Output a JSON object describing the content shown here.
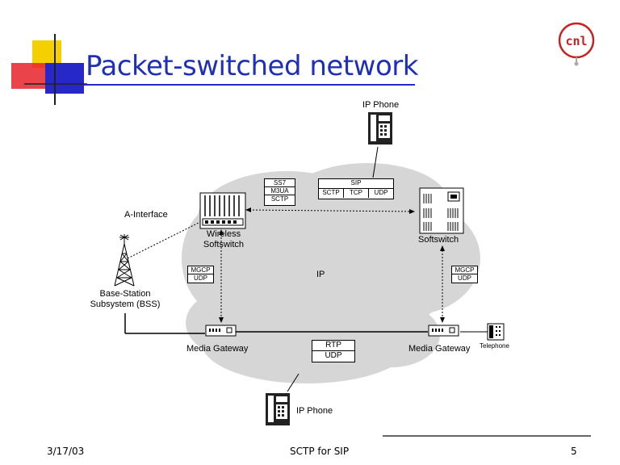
{
  "slide": {
    "title": "Packet-switched network",
    "logo_text": "cnl",
    "footer": {
      "date": "3/17/03",
      "center": "SCTP for SIP",
      "page": "5"
    }
  },
  "diagram": {
    "cloud_label": "IP",
    "ip_phone_top": "IP Phone",
    "ip_phone_bottom": "IP Phone",
    "a_interface": "A-Interface",
    "wireless_softswitch": [
      "Wireless",
      "Softswitch"
    ],
    "softswitch": "Softswitch",
    "bss": [
      "Base-Station",
      "Subsystem (BSS)"
    ],
    "media_gateway_left": "Media Gateway",
    "media_gateway_right": "Media Gateway",
    "telephone": "Telephone",
    "stacks": {
      "ss7": [
        "SS7",
        "M3UA",
        "SCTP"
      ],
      "sip_top": "SIP",
      "sip_bottom": [
        "SCTP",
        "TCP",
        "UDP"
      ],
      "mgcp_left": [
        "MGCP",
        "UDP"
      ],
      "mgcp_right": [
        "MGCP",
        "UDP"
      ],
      "rtp": [
        "RTP",
        "UDP"
      ]
    }
  },
  "colors": {
    "title": "#1f2fb8",
    "cloud": "#d6d6d6",
    "deco_yellow": "#f5d000",
    "deco_red": "#e8222a",
    "deco_blue": "#2828c8",
    "logo": "#cc1f1f"
  }
}
